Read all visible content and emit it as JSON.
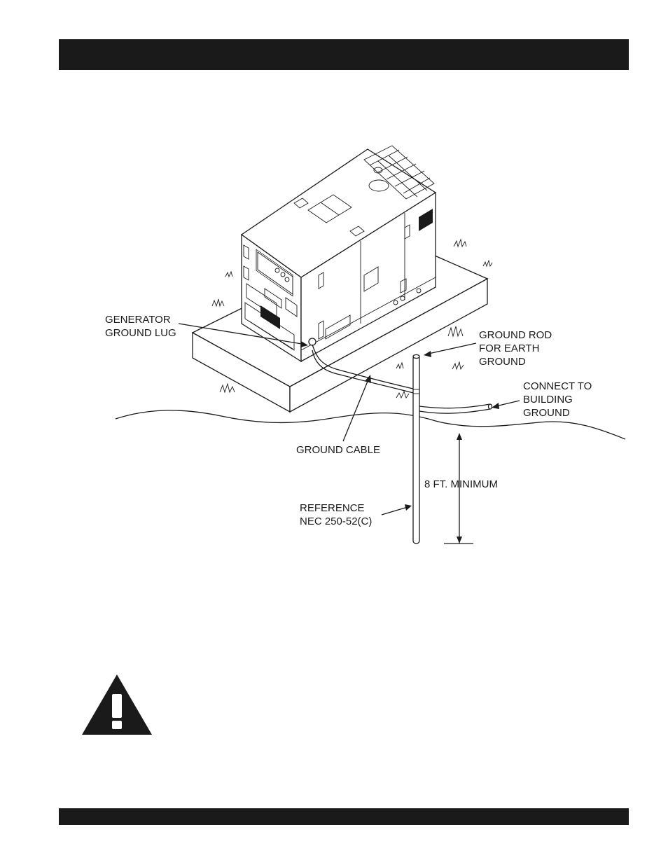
{
  "labels": {
    "generator_ground_lug": [
      "GENERATOR",
      "GROUND LUG"
    ],
    "ground_rod": [
      "GROUND ROD",
      "FOR EARTH",
      "GROUND"
    ],
    "connect_building": [
      "CONNECT TO",
      "BUILDING",
      "GROUND"
    ],
    "ground_cable": "GROUND CABLE",
    "minimum_depth": "8 FT. MINIMUM",
    "reference": [
      "REFERENCE",
      "NEC 250-52(C)"
    ]
  },
  "colors": {
    "bars": "#1a1a1a",
    "ink": "#1a1a1a",
    "background": "#ffffff"
  },
  "icons": {
    "warning": "warning-triangle-icon"
  }
}
